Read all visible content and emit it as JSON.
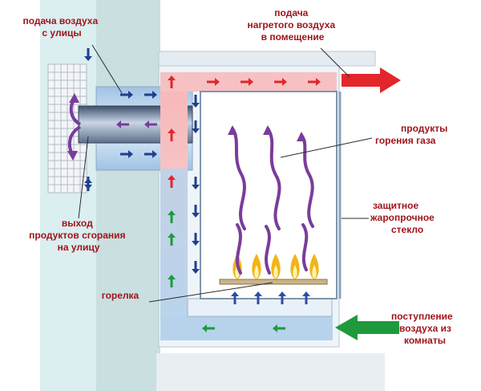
{
  "labels": {
    "intake_outside": [
      "подача воздуха",
      "с улицы"
    ],
    "heated_out": [
      "подача",
      "нагретого воздуха",
      "в помещение"
    ],
    "combustion_products": [
      "продукты",
      "горения газа"
    ],
    "exhaust_outside": [
      "выход",
      "продуктов сгорания",
      "на улицу"
    ],
    "glass": [
      "защитное",
      "жаропрочное",
      "стекло"
    ],
    "burner": [
      "горелка"
    ],
    "room_air_in": [
      "поступление",
      "воздуха из",
      "комнаты"
    ]
  },
  "colors": {
    "label_text": "#a0141a",
    "outside_air": "#1f3f8f",
    "heated_air": "#e3262b",
    "exhaust": "#7a3d9a",
    "room_air": "#1e9a3c",
    "wall": "#c7dceb",
    "pipe": "#b5d0ea",
    "flame": "#f2b418"
  }
}
